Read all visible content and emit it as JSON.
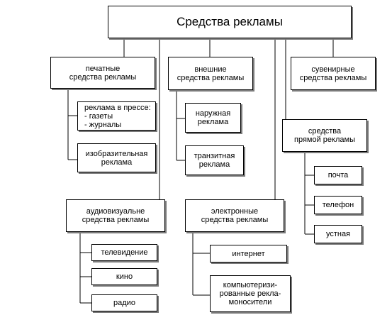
{
  "root": {
    "label": "Средства рекламы"
  },
  "print": {
    "label": "печатные\nсредства рекламы",
    "press": "реклама в прессе:\n- газеты\n- журналы",
    "pictorial": "изобразительная\n реклама"
  },
  "external": {
    "label": "внешние\nсредства рекламы",
    "outdoor": "наружная\nреклама",
    "transit": "транзитная\nреклама"
  },
  "souvenir": {
    "label": "сувенирные\nсредства рекламы"
  },
  "direct": {
    "label": "средства\nпрямой рекламы",
    "mail": "почта",
    "phone": "телефон",
    "oral": "устная"
  },
  "audiovisual": {
    "label": "аудиовизуальне\nсредства рекламы",
    "tv": "телевидение",
    "cinema": "кино",
    "radio": "радио"
  },
  "electronic": {
    "label": "электронные\nсредства рекламы",
    "internet": "интернет",
    "computer": "компьютеризи-\nрованные рекла-\nмоносители"
  }
}
